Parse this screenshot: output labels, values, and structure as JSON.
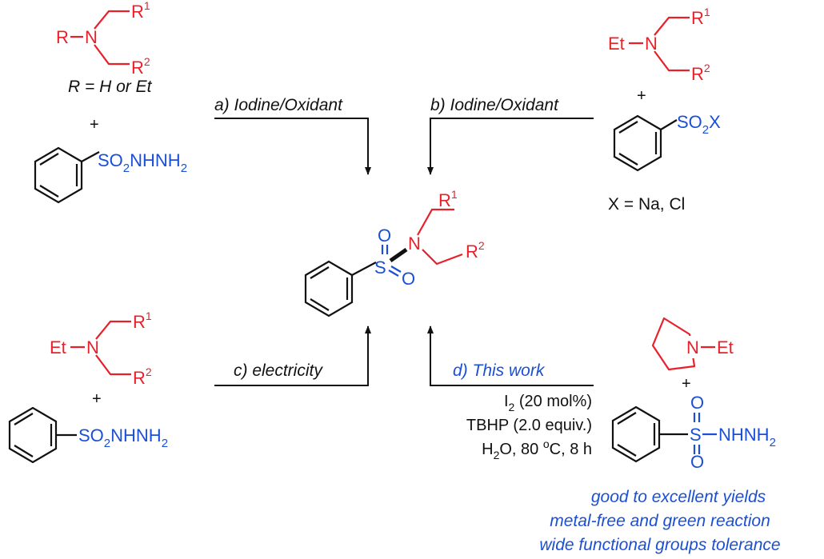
{
  "colors": {
    "amine_red": "#e8202a",
    "sulfonyl_blue": "#1a4fd6",
    "text_black": "#111111"
  },
  "labels": {
    "R": "R",
    "N": "N",
    "R1": "R",
    "R1_sup": "1",
    "R2": "R",
    "R2_sup": "2",
    "Et": "Et",
    "S": "S",
    "O": "O",
    "SO2NHNH2_a": "SO",
    "SO2NHNH2_sub": "2",
    "SO2NHNH2_b": "NHNH",
    "SO2NHNH2_sub2": "2",
    "SO2X_a": "SO",
    "SO2X_sub": "2",
    "SO2X_b": "X",
    "NHNH2_a": "NHNH",
    "NHNH2_sub": "2",
    "plus": "+",
    "R_def": "R = H or Et",
    "X_def": "X = Na, Cl"
  },
  "routes": {
    "a": "a) Iodine/Oxidant",
    "b": "b) Iodine/Oxidant",
    "c": "c) electricity",
    "d": "d) This work"
  },
  "conditions": {
    "line1_a": "I",
    "line1_sub": "2",
    "line1_b": " (20 mol%)",
    "line2": "TBHP (2.0 equiv.)",
    "line3_a": "H",
    "line3_sub": "2",
    "line3_b": "O, 80 ",
    "line3_sup": "o",
    "line3_c": "C, 8 h"
  },
  "highlights": [
    "good to excellent yields",
    "metal-free and green reaction",
    "wide functional groups tolerance"
  ]
}
